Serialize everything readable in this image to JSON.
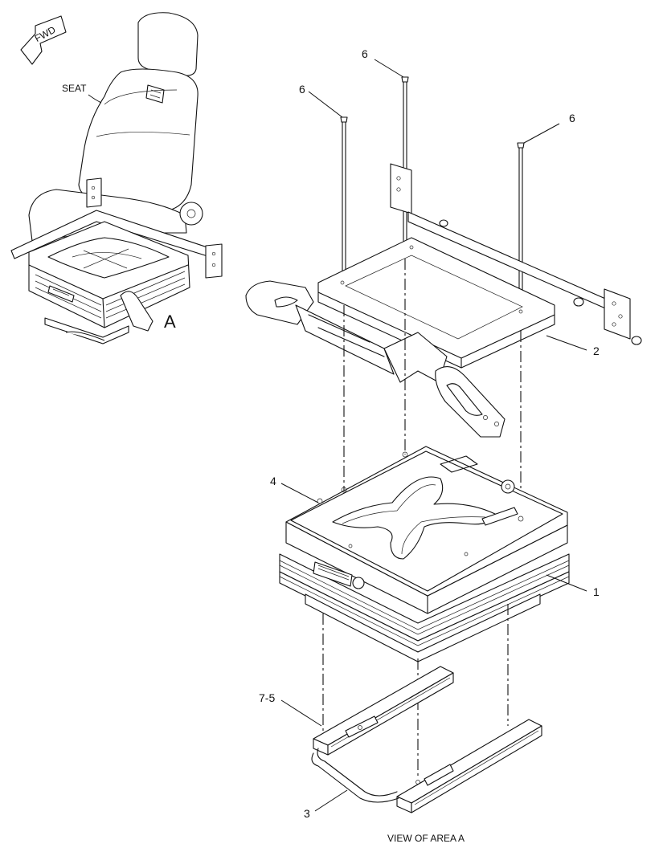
{
  "fwd_label": "FWD",
  "seat_label": "SEAT",
  "area_letter": "A",
  "view_caption": "VIEW OF AREA A",
  "callouts": {
    "bolt_left": "6",
    "bolt_center": "6",
    "bolt_right": "6",
    "mount_frame": "2",
    "suspension_plate": "4",
    "suspension": "1",
    "slide_rail": "7-5",
    "handle": "3"
  },
  "icons": {
    "fwd": "fwd-arrow-icon",
    "logo": "cat-logo-icon"
  }
}
